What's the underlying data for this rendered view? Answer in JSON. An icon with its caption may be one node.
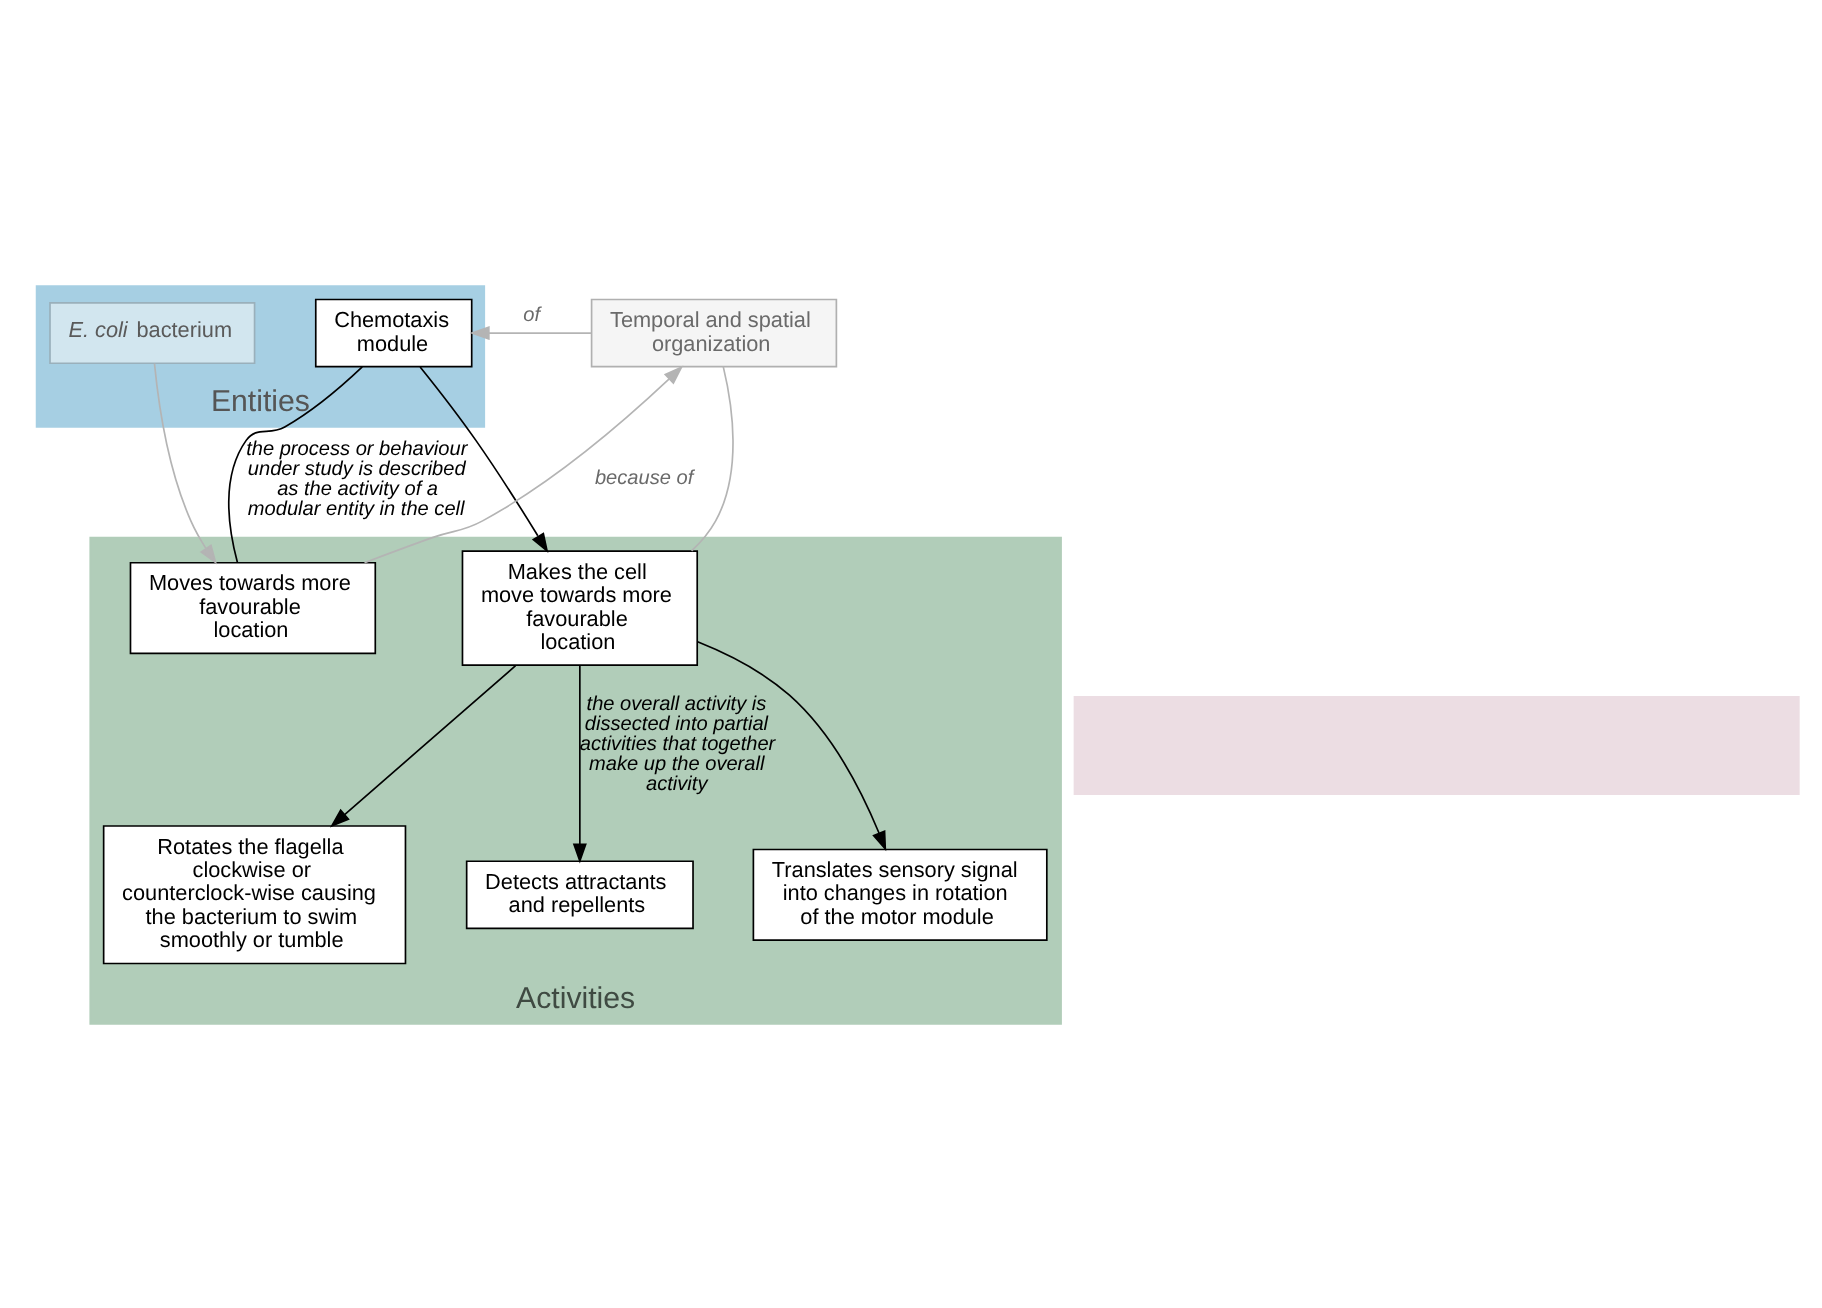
{
  "diagram": {
    "nodes": [
      {
        "text": [
          "Entities"
        ]
      },
      {
        "text": [
          "*E. coli* bacterium"
        ],
        "in": 0
      },
      {
        "text": [
          "Chemotaxis module"
        ],
        "in": 0
      },
      {
        "text": [
          "Activities"
        ]
      },
      {
        "text": [
          "Moves towards more favourable location"
        ],
        "in": 3
      },
      {
        "text": [
          "Temporal and spatial organization"
        ]
      },
      {
        "text": [
          "Makes the cell move towards more favourable location"
        ],
        "in": 3
      },
      {
        "text": [
          "Detects attractants and repellents"
        ],
        "in": 3
      },
      {
        "text": [
          "Translates sensory signal into changes in rotation of the motor module"
        ],
        "in": 3
      },
      {
        "text": [
          "Rotates the flagella clockwise or counterclock-wise causing the bacterium to swim smoothly or tumble"
        ],
        "in": 3
      },
      {
        "text": [],
        "shape": "band"
      }
    ],
    "edges": [
      {
        "from": 1,
        "to": 4,
        "arrow": "to",
        "color": "#b4b4b4"
      },
      {
        "from": 4,
        "to": 5,
        "arrow": "to",
        "label": "because of",
        "color": "#b4b4b4"
      },
      {
        "from": 5,
        "to": 2,
        "arrow": "to",
        "label": "of",
        "color": "#b4b4b4"
      },
      {
        "from": 5,
        "to": 6,
        "arrow": "none",
        "color": "#b4b4b4"
      },
      {
        "from": 2,
        "to": 4,
        "arrow": "none",
        "label": "the process or behaviour under study is described as the activity of a modular entity in the cell"
      },
      {
        "from": 2,
        "to": 6,
        "arrow": "to"
      },
      {
        "from": 6,
        "to": 7,
        "arrow": "to",
        "label": "the overall activity is dissected into partial activities that together make up the overall activity"
      },
      {
        "from": 6,
        "to": 8,
        "arrow": "to"
      },
      {
        "from": 6,
        "to": 9,
        "arrow": "to"
      }
    ]
  }
}
